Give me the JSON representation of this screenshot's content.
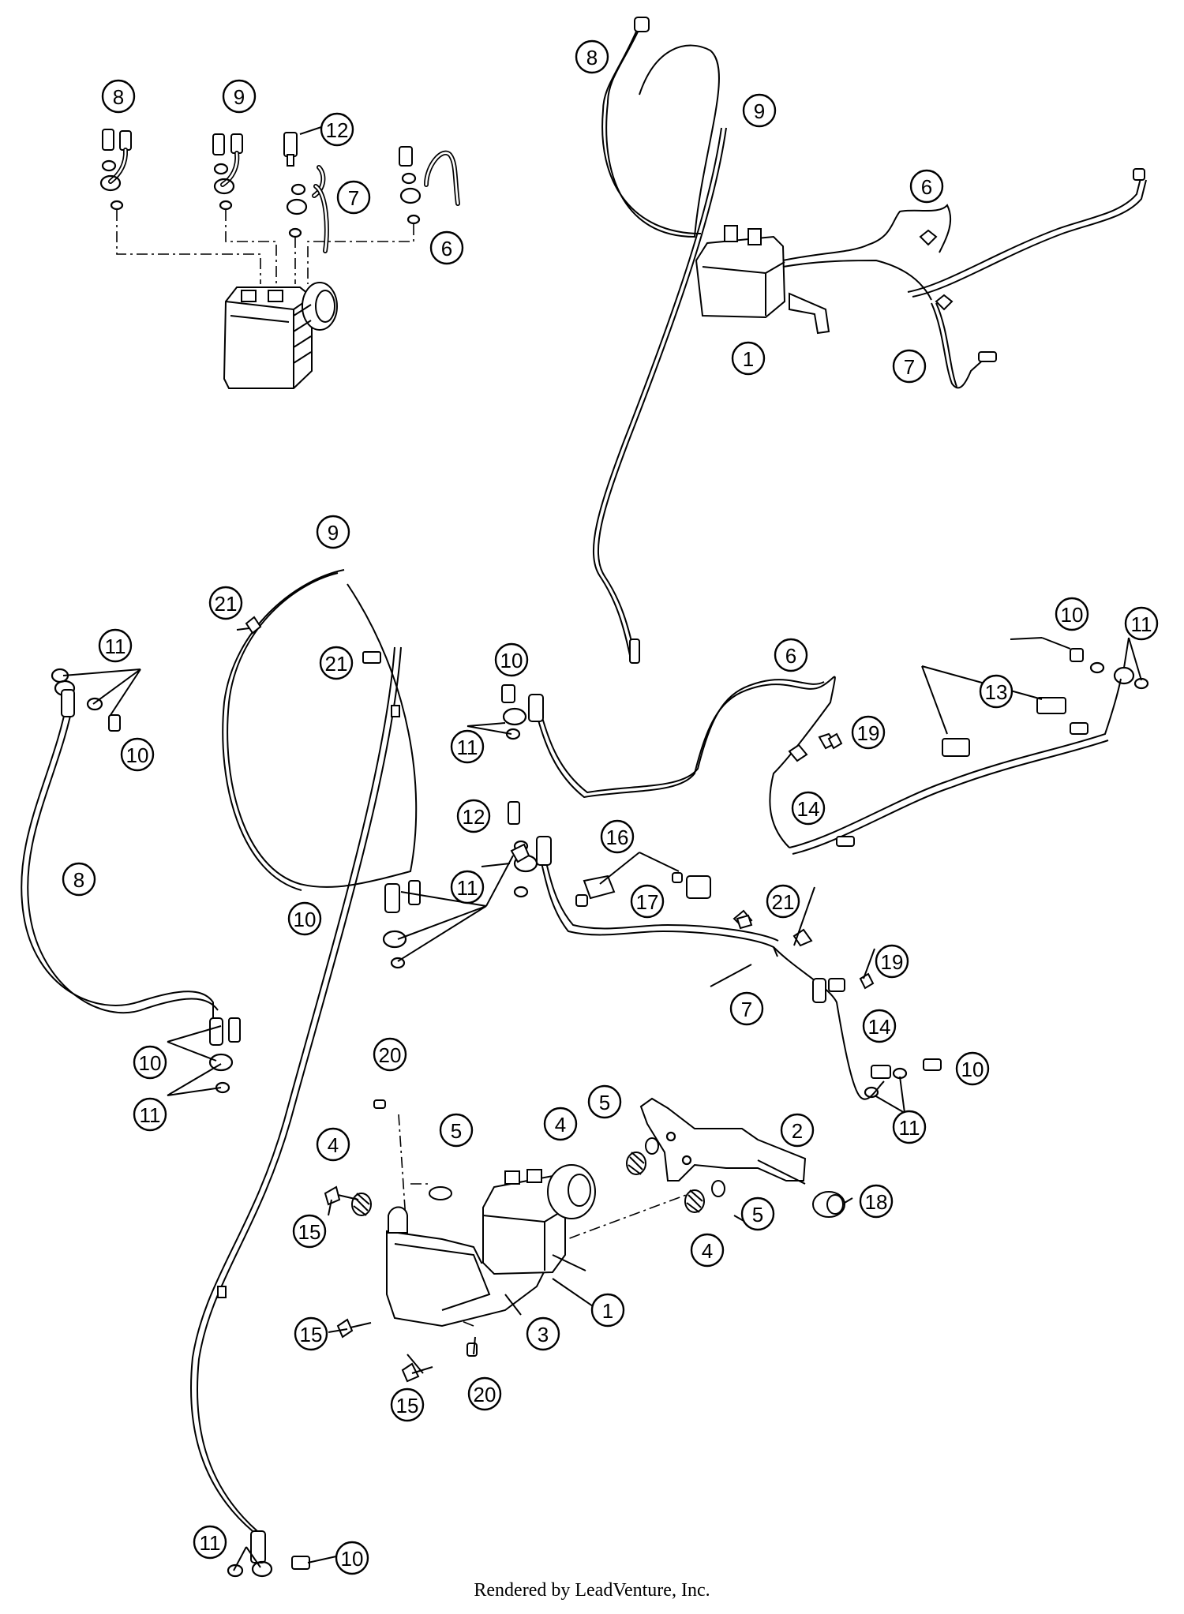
{
  "callouts": {
    "c8a": "8",
    "c9a": "9",
    "c12a": "12",
    "c7a": "7",
    "c6a": "6",
    "c8b": "8",
    "c9b": "9",
    "c6b": "6",
    "c1a": "1",
    "c7b": "7",
    "c9c": "9",
    "c21a": "21",
    "c21b": "21",
    "c11a": "11",
    "c10a": "10",
    "c8c": "8",
    "c10b": "10",
    "c10c": "10",
    "c11b": "11",
    "c10d": "10",
    "c11c": "11",
    "c12b": "12",
    "c11d": "11",
    "c6c": "6",
    "c19a": "19",
    "c14a": "14",
    "c13": "13",
    "c10e": "10",
    "c11e": "11",
    "c16": "16",
    "c17": "17",
    "c21c": "21",
    "c19b": "19",
    "c7c": "7",
    "c14b": "14",
    "c10f": "10",
    "c11f": "11",
    "c20a": "20",
    "c5a": "5",
    "c4a": "4",
    "c5b": "5",
    "c2": "2",
    "c4b": "4",
    "c15a": "15",
    "c18": "18",
    "c5c": "5",
    "c4c": "4",
    "c1b": "1",
    "c15b": "15",
    "c3": "3",
    "c15c": "15",
    "c20b": "20",
    "c11g": "11",
    "c10g": "10"
  },
  "footer": {
    "credit": "Rendered by LeadVenture, Inc."
  },
  "colors": {
    "ink": "#000000",
    "paper": "#ffffff"
  }
}
